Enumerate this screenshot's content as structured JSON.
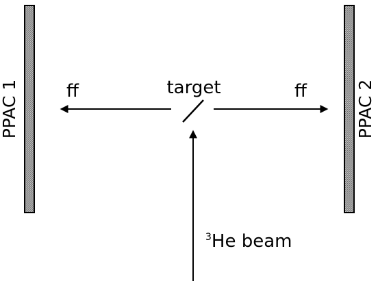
{
  "labels": {
    "detector_left": "PPAC 1",
    "detector_right": "PPAC 2",
    "target": "target",
    "fragment_left": "ff",
    "fragment_right": "ff",
    "beam_superscript": "3",
    "beam": "He beam"
  },
  "colors": {
    "ink": "#000000",
    "detector_fill": "#9a9a9a",
    "background": "#ffffff"
  }
}
